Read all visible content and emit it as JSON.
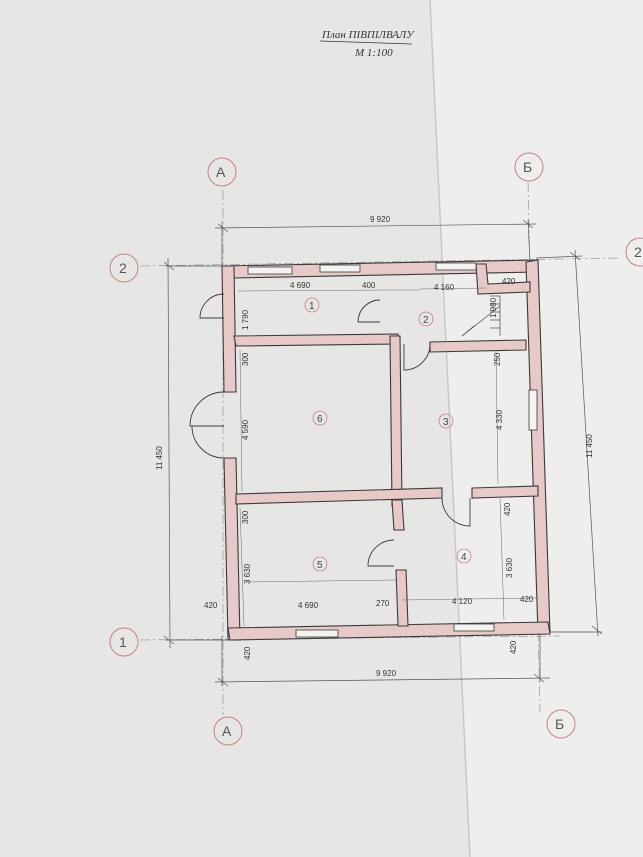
{
  "title": {
    "line1": "План ПІВПІЛВАЛУ",
    "line2": "М 1:100"
  },
  "axes": {
    "top_left": "А",
    "top_right": "Б",
    "bottom_left": "А",
    "bottom_right": "Б",
    "left_top": "2",
    "left_bottom": "1",
    "right_top": "2"
  },
  "rooms": [
    "1",
    "2",
    "3",
    "4",
    "5",
    "6"
  ],
  "dimensions": {
    "overall_width_top": "9 920",
    "overall_width_bottom": "9 920",
    "overall_height_left": "11 450",
    "overall_height_right": "11 450",
    "room1_width": "4 690",
    "wall_400": "400",
    "room2_width": "4 160",
    "wall_420_top_right": "420",
    "room1_height": "1 790",
    "room2_height": "1 980",
    "wall_300_a": "300",
    "wall_250": "250",
    "room6_height": "4 590",
    "room3_height": "4 330",
    "wall_300_b": "300",
    "wall_420_mid_right": "420",
    "room5_height": "3 630",
    "room4_height": "3 630",
    "wall_420_bottom_left": "420",
    "room5_width": "4 690",
    "wall_270": "270",
    "room4_width": "4 120",
    "wall_420_bottom_right": "420",
    "wall_420_below_left": "420",
    "wall_420_below_right": "420"
  },
  "colors": {
    "paper": "#e9eae8",
    "wall_fill": "#e7c9c8",
    "wall_stroke": "#3a3a3a",
    "axis_circle": "#c98080",
    "line": "#555555"
  }
}
